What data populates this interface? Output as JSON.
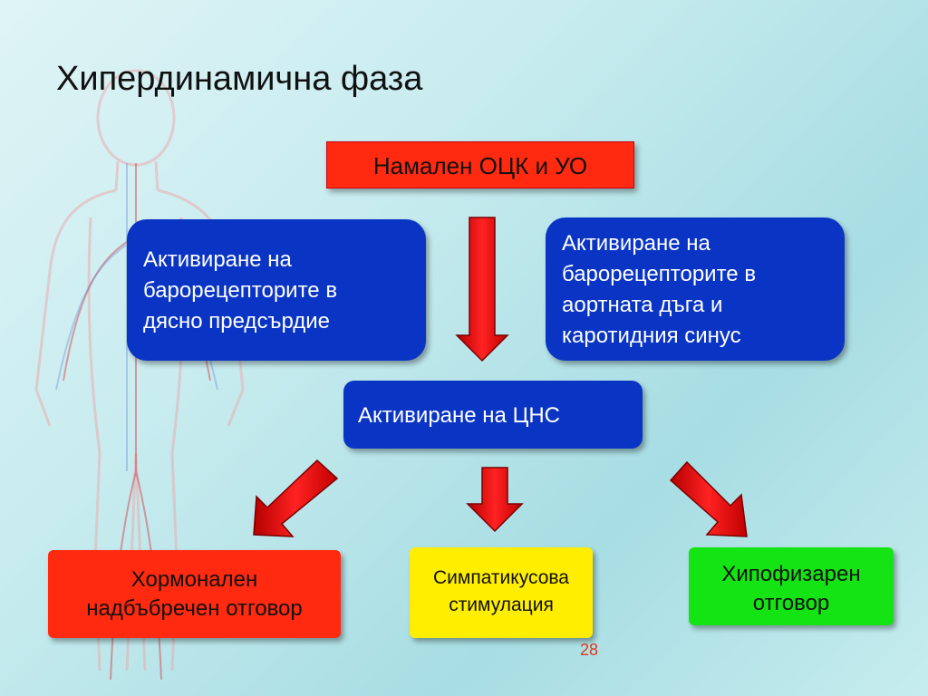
{
  "title": "Хипердинамична фаза",
  "top_box": "Намален ОЦК и УО",
  "left_box": [
    "Активиране на",
    "барорецепторите в",
    "дясно предсърдие"
  ],
  "right_box": [
    "Активиране на",
    "барорецепторите в",
    "аортната дъга и",
    "каротидния синус"
  ],
  "cns_box": "Активиране на ЦНС",
  "bottom_left": [
    "Хормонален",
    "надбъбречен отговор"
  ],
  "bottom_middle": [
    "Симпатикусова",
    "стимулация"
  ],
  "bottom_right": [
    "Хипофизарен",
    "отговор"
  ],
  "page_number": "28",
  "colors": {
    "red_box": "#ff2a10",
    "blue_box": "#0a35c4",
    "yellow_box": "#ffee00",
    "green_box": "#14e414",
    "arrow": "#ee1111"
  }
}
